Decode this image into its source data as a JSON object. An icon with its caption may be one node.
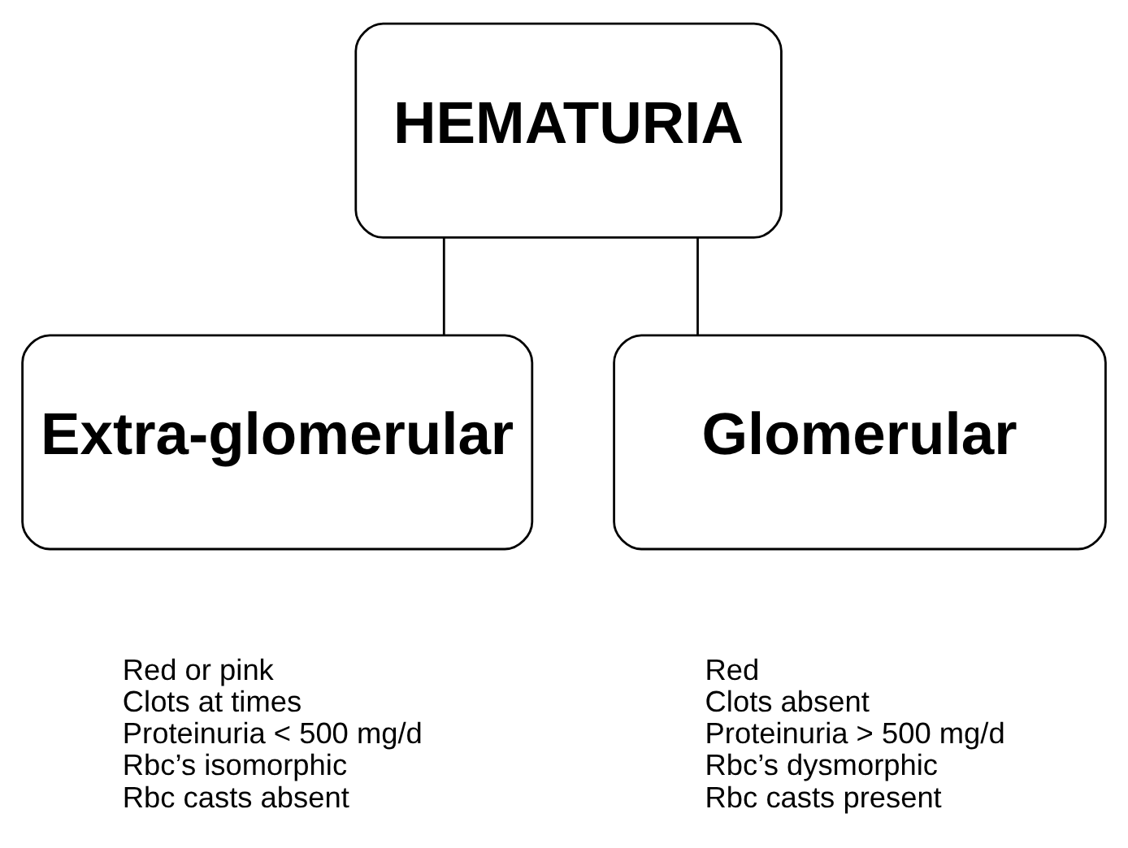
{
  "diagram": {
    "nodes": [
      {
        "text": [
          "HEMATURIA"
        ]
      },
      {
        "text": [
          "Extra-glomerular"
        ],
        "beside": [
          "Red or pink",
          "Clots at times",
          "Proteinuria < 500 mg/d",
          "Rbc’s isomorphic",
          "Rbc casts absent"
        ]
      },
      {
        "text": [
          "Glomerular"
        ],
        "beside": [
          "Red",
          "Clots absent",
          "Proteinuria > 500 mg/d",
          "Rbc’s dysmorphic",
          "Rbc casts present"
        ]
      }
    ],
    "edges": [
      {
        "from": 0,
        "to": 1,
        "arrow": "none"
      },
      {
        "from": 0,
        "to": 2,
        "arrow": "none"
      }
    ]
  }
}
